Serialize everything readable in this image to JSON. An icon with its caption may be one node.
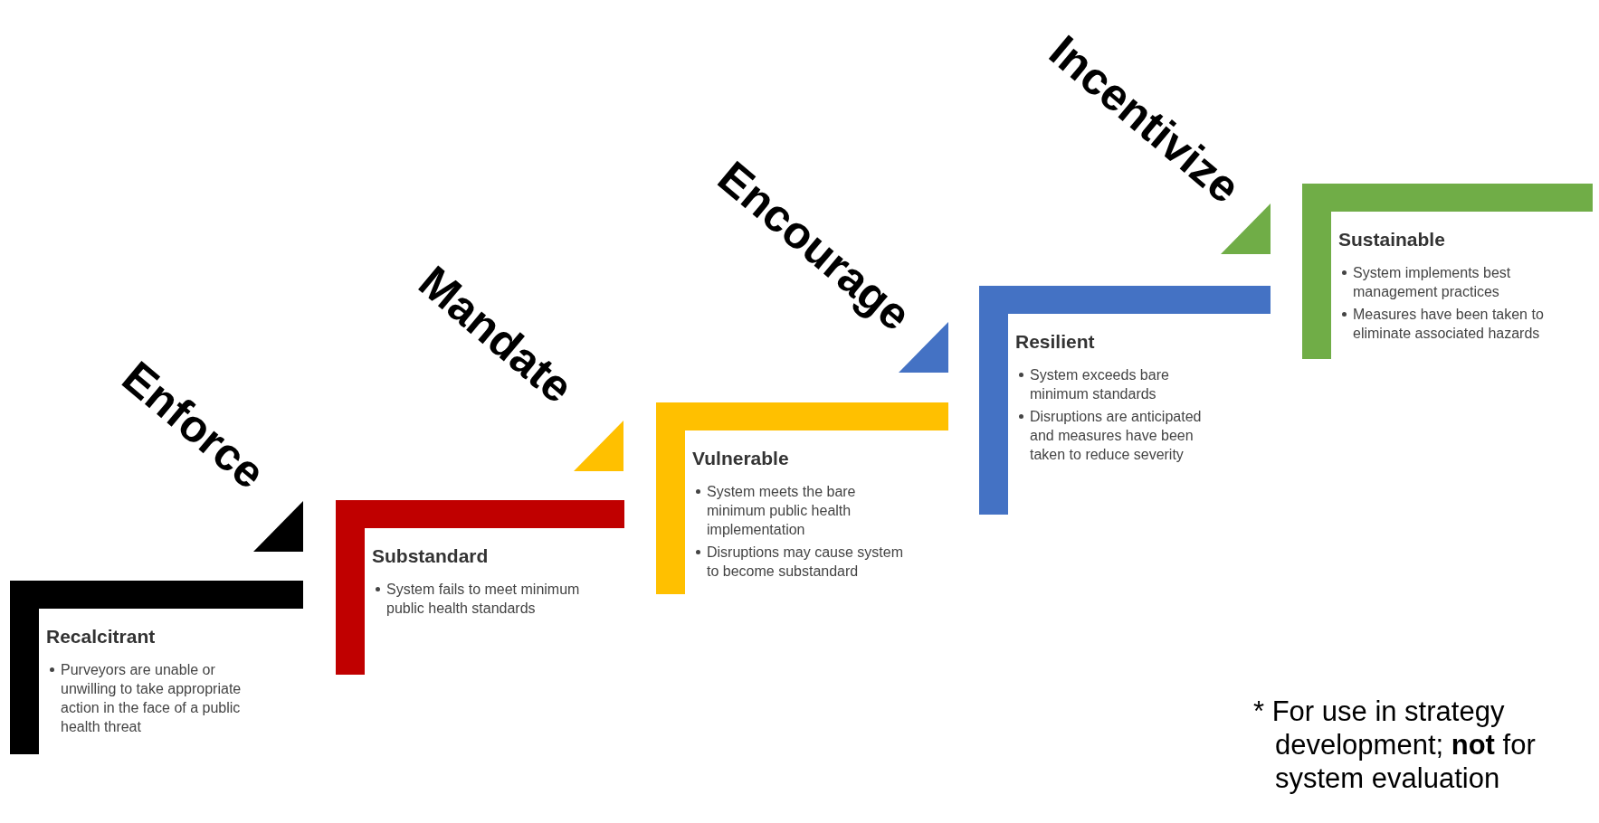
{
  "diagram": {
    "nodes": [
      {
        "text": [
          "Recalcitrant",
          "Purveyors are unable or unwilling to take appropriate action in the face of a public health threat"
        ]
      },
      {
        "text": [
          "Substandard",
          "System fails to meet minimum public health standards"
        ]
      },
      {
        "text": [
          "Vulnerable",
          "System meets the bare minimum public health implementation",
          "Disruptions may cause system to become substandard"
        ]
      },
      {
        "text": [
          "Resilient",
          "System exceeds bare minimum standards",
          "Disruptions are anticipated and measures have been taken to reduce severity"
        ]
      },
      {
        "text": [
          "Sustainable",
          "System implements best management practices",
          "Measures have been taken to eliminate associated hazards"
        ]
      }
    ],
    "labels": [
      "Enforce",
      "Mandate",
      "Encourage",
      "Incentivize",
      "* For use in strategy development; **not** for system evaluation"
    ]
  }
}
